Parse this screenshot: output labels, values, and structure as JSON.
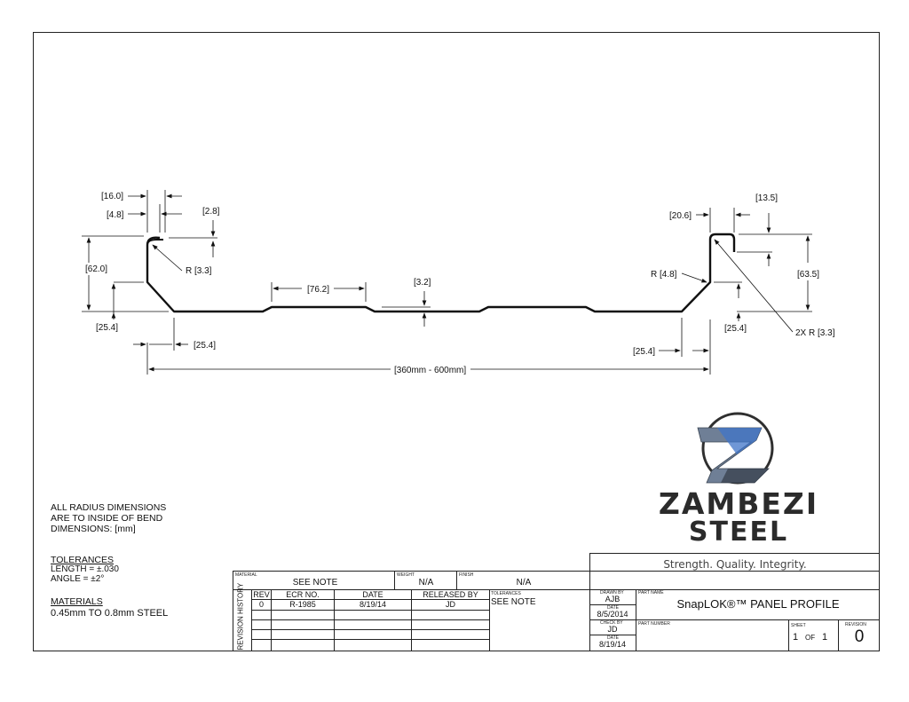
{
  "dimensions": {
    "d16_0": "[16.0]",
    "d4_8": "[4.8]",
    "d2_8": "[2.8]",
    "d62_0": "[62.0]",
    "r3_3": "R [3.3]",
    "d25_4_left": "[25.4]",
    "d25_4_bottom": "[25.4]",
    "d76_2": "[76.2]",
    "d3_2": "[3.2]",
    "width": "[360mm - 600mm]",
    "d20_6": "[20.6]",
    "d13_5": "[13.5]",
    "r4_8": "R [4.8]",
    "d63_5": "[63.5]",
    "d25_4_right": "[25.4]",
    "d25_4_right_bottom": "[25.4]",
    "r3_3_2x": "2X R [3.3]"
  },
  "notes": {
    "radius_line1": "ALL RADIUS DIMENSIONS",
    "radius_line2": "ARE TO INSIDE OF BEND",
    "radius_line3": "DIMENSIONS:  [mm]",
    "tolerances_title": "TOLERANCES",
    "tol_length": "LENGTH = ±.030",
    "tol_angle": "ANGLE = ±2°",
    "materials_title": "MATERIALS",
    "materials_value": "0.45mm  TO 0.8mm STEEL"
  },
  "logo": {
    "name_line1": "ZAMBEZI",
    "name_line2": "STEEL",
    "tagline": "Strength. Quality. Integrity."
  },
  "title_block": {
    "material_label": "MATERIAL",
    "material_value": "SEE NOTE",
    "weight_label": "WEIGHT",
    "weight_value": "N/A",
    "finish_label": "FINISH",
    "finish_value": "N/A",
    "revision_history_label": "REVISION HISTORY",
    "rev_header": "REV",
    "ecr_header": "ECR NO.",
    "date_header": "DATE",
    "released_header": "RELEASED BY",
    "rev_value": "0",
    "ecr_value": "R-1985",
    "date_value": "8/19/14",
    "released_value": "JD",
    "tolerances_label": "TOLERANCES",
    "tolerances_value": "SEE NOTE",
    "drawn_by_label": "DRAWN BY",
    "drawn_by_value": "AJB",
    "drawn_date_label": "DATE",
    "drawn_date_value": "8/5/2014",
    "check_by_label": "CHECK BY",
    "check_by_value": "JD",
    "check_date_label": "DATE",
    "check_date_value": "8/19/14",
    "part_name_label": "PART NAME",
    "part_name_value": "SnapLOK®™ PANEL PROFILE",
    "part_number_label": "PART NUMBER",
    "sheet_label": "SHEET",
    "sheet_value": "1",
    "sheet_of": "OF",
    "sheet_total": "1",
    "revision_label": "REVISION",
    "revision_value": "0"
  }
}
